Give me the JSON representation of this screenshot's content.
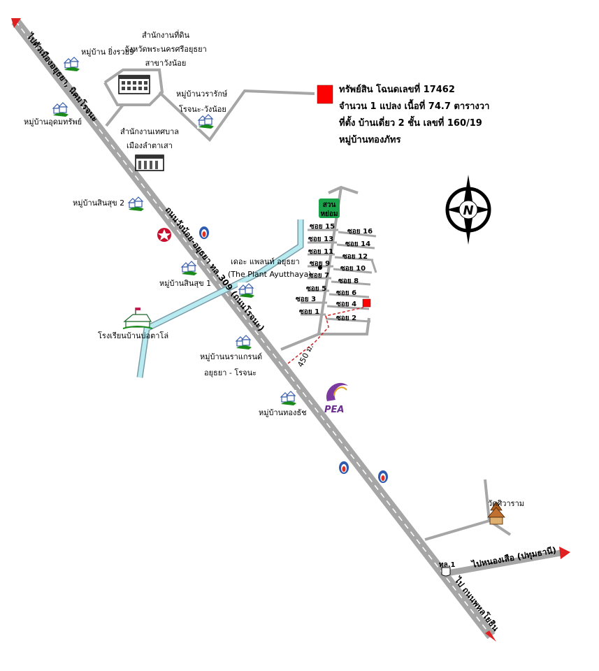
{
  "property": {
    "line1": "ทรัพย์สิน โฉนดเลขที่  17462",
    "line2": "จำนวน 1 แปลง เนื้อที่ 74.7 ตารางวา",
    "line3": "ที่ตั้ง บ้านเดี่ยว 2 ชั้น เลขที่ 160/19",
    "line4": "หมู่บ้านทองภัทร",
    "marker_color": "#ff0000"
  },
  "roads": {
    "main_road": "ถนนวังน้อย-อยุธยา ทล.309 (ถนนโรจนะ)",
    "to_ayutthaya": "ไปตัวเมืองอยุธยา, นิคมโรจนะ",
    "to_phahonyothin": "ไป ถนนพหลโยธิน",
    "to_nong_suea": "ไปหนองเสือ (ปทุมธานี)",
    "route_number": "ทล.1",
    "distance": "450 ม."
  },
  "places": {
    "land_office_1": "สำนักงานที่ดิน",
    "land_office_2": "จังหวัดพระนครศรีอยุธยา",
    "land_office_3": "สาขาวังน้อย",
    "ying_ruay": "หมู่บ้าน ยิ่งรวย9",
    "udom_sap": "หมู่บ้านอุดมทรัพย์",
    "warrarak_1": "หมู่บ้านวรารักษ์",
    "warrarak_2": "โรจนะ-วังน้อย",
    "municipal_1": "สำนักงานเทศบาล",
    "municipal_2": "เมืองลำตาเสา",
    "sinsuk2": "หมู่บ้านสินสุข 2",
    "sinsuk1": "หมู่บ้านสินสุข 1",
    "plant_th": "เดอะ แพลนท์ อยุธยา",
    "plant_en": "(The Plant Ayutthaya)",
    "school": "โรงเรียนบ้านบ่อตาโล่",
    "nara_1": "หมู่บ้านนราแกรนด์",
    "nara_2": "อยุธยา - โรจนะ",
    "thong_thach": "หมู่บ้านทองธัช",
    "pea": "PEA",
    "wat": "วัดศิวาราม",
    "park_1": "สวน",
    "park_2": "หย่อม"
  },
  "sois": {
    "s1": "ซอย 1",
    "s2": "ซอย 2",
    "s3": "ซอย 3",
    "s4": "ซอย 4",
    "s5": "ซอย 5",
    "s6": "ซอย 6",
    "s7": "ซอย 7",
    "s8": "ซอย 8",
    "s9": "ซอย 9",
    "s10": "ซอย 10",
    "s11": "ซอย 11",
    "s12": "ซอย 12",
    "s13": "ซอย 13",
    "s14": "ซอย 14",
    "s15": "ซอย 15",
    "s16": "ซอย 16"
  },
  "compass": {
    "label": "N"
  },
  "colors": {
    "road": "#a6a6a6",
    "canal": "#b7ebf0",
    "canal_edge": "#7b9aa8",
    "house_icon": "#1a8a1a",
    "park": "#1aa34a",
    "distance_line": "#d02020"
  }
}
